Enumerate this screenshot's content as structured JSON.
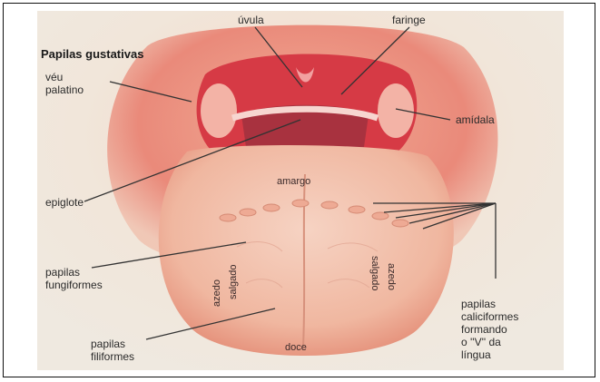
{
  "diagram": {
    "title": "Papilas gustativas",
    "labels": {
      "uvula": "úvula",
      "faringe": "faringe",
      "veu_line1": "véu",
      "veu_line2": "palatino",
      "amidala": "amídala",
      "epiglote": "epiglote",
      "amargo": "amargo",
      "fung_line1": "papilas",
      "fung_line2": "fungiformes",
      "fili_line1": "papilas",
      "fili_line2": "filiformes",
      "doce": "doce",
      "cali_line1": "papilas",
      "cali_line2": "caliciformes",
      "cali_line3": "formando",
      "cali_line4": "o ''V'' da",
      "cali_line5": "língua",
      "salgado_left": "salgado",
      "azedo_left": "azedo",
      "salgado_right": "salgado",
      "azedo_right": "azedo"
    }
  }
}
